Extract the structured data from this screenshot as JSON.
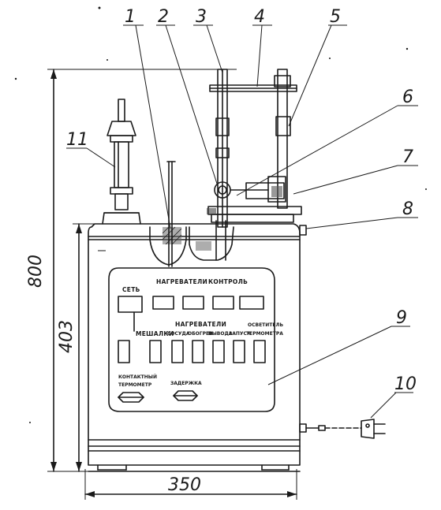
{
  "callouts": [
    "1",
    "2",
    "3",
    "4",
    "5",
    "6",
    "7",
    "8",
    "9",
    "10",
    "11"
  ],
  "dimensions": {
    "overall_height": "800",
    "body_height": "403",
    "width": "350"
  },
  "panel": {
    "power_label": "СЕТЬ",
    "heaters_top_label": "НАГРЕВАТЕЛИ",
    "control_label": "КОНТРОЛЬ",
    "heaters_mid_label": "НАГРЕВАТЕЛИ",
    "stirrers_label": "МЕШАЛКИ",
    "vessel_label": "СОСУДА",
    "column_labels": [
      "ОБОГРЕВ",
      "ВЫВОДА",
      "ЗАПУСК"
    ],
    "illumination_label": "ОСВЕТИТЕЛЬ",
    "thermometer_label": "ТЕРМОМЕТРА",
    "contact_label": "КОНТАКТНЫЙ",
    "thermometer_label_2": "ТЕРМОМЕТР",
    "setting_label": "ЗАДЕРЖКА"
  }
}
